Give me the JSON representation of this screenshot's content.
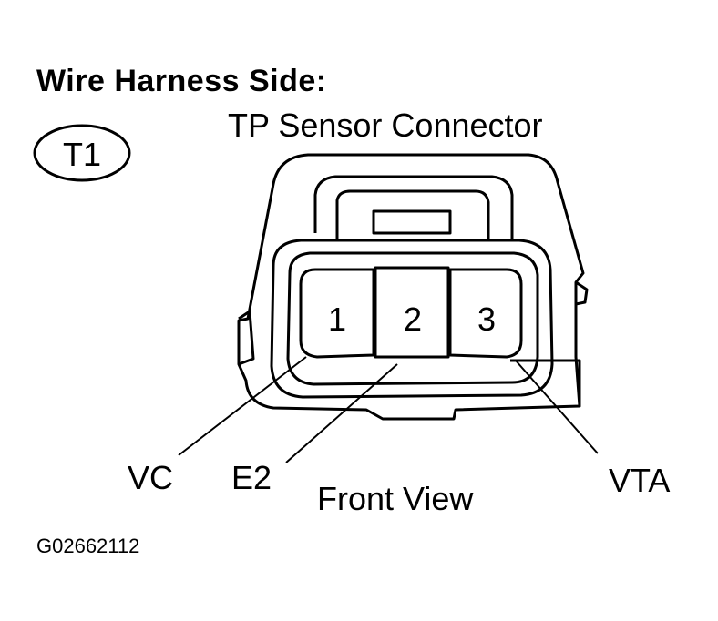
{
  "heading": "Wire Harness Side:",
  "connector_title": "TP Sensor Connector",
  "connector_code": "T1",
  "view_label": "Front View",
  "figure_id": "G02662112",
  "terminals": [
    {
      "number": "1",
      "signal": "VC"
    },
    {
      "number": "2",
      "signal": "E2"
    },
    {
      "number": "3",
      "signal": "VTA"
    }
  ],
  "colors": {
    "ink": "#000000",
    "background": "#ffffff"
  }
}
